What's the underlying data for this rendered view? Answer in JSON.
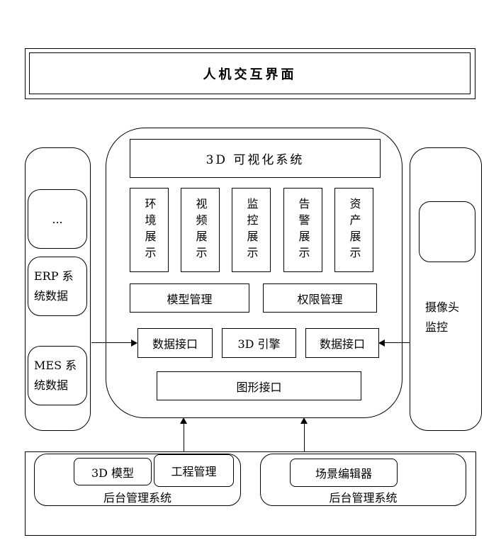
{
  "top": {
    "title": "人机交互界面"
  },
  "main": {
    "title": "3D 可视化系统",
    "display_modules": [
      {
        "label": "环境展示"
      },
      {
        "label": "视频展示"
      },
      {
        "label": "监控展示"
      },
      {
        "label": "告警展示"
      },
      {
        "label": "资产展示"
      }
    ],
    "model_management": "模型管理",
    "permission_management": "权限管理",
    "data_interface_left": "数据接口",
    "engine": "3D 引擎",
    "data_interface_right": "数据接口",
    "graphics_interface": "图形接口"
  },
  "left_panel": {
    "ellipsis": "...",
    "erp_lines": [
      "ERP 系",
      "统数据"
    ],
    "mes_lines": [
      "MES 系",
      "统数据"
    ]
  },
  "right_panel": {
    "camera_lines": [
      "摄像头",
      "监控"
    ]
  },
  "bottom": {
    "left_system": {
      "module_3d_model": "3D 模型",
      "module_project_mgmt": "工程管理",
      "label": "后台管理系统"
    },
    "right_system": {
      "module_scene_editor": "场景编辑器",
      "label": "后台管理系统"
    }
  }
}
